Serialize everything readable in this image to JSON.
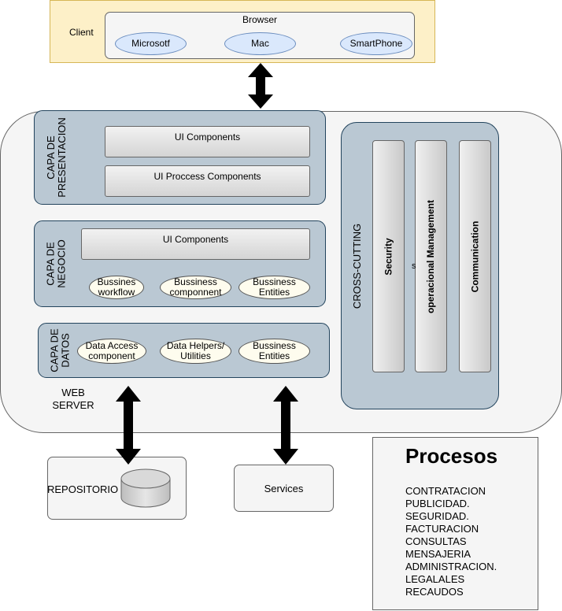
{
  "client": {
    "label": "Client",
    "browser_title": "Browser",
    "devices": [
      "Microsotf",
      "Mac",
      "SmartPhone"
    ]
  },
  "presentation_layer": {
    "label": "CAPA DE\nPRESENTACION",
    "components": [
      "UI Components",
      "UI Proccess  Components"
    ]
  },
  "business_layer": {
    "label": "CAPA DE\nNEGOCIO",
    "component": "UI Components",
    "items": [
      "Bussines\nworkflow",
      "Bussiness\ncomponnent",
      "Bussiness\nEntities"
    ]
  },
  "data_layer": {
    "label": "CAPA DE\nDATOS",
    "items": [
      "Data Access\ncomponent",
      "Data Helpers/\nUtilities",
      "Bussiness\nEntities"
    ]
  },
  "cross_cutting": {
    "label": "CROSS-CUTTING",
    "pillars": [
      "Security",
      "operacional Management",
      "Communication"
    ],
    "stray_mark": "s"
  },
  "web_server": {
    "label": "WEB\nSERVER"
  },
  "repository": {
    "label": "REPOSITORIO"
  },
  "services": {
    "label": "Services"
  },
  "procesos": {
    "title": "Procesos",
    "items": [
      "CONTRATACION",
      "PUBLICIDAD.",
      "SEGURIDAD.",
      "FACTURACION",
      "CONSULTAS",
      "MENSAJERIA",
      "ADMINISTRACION.",
      "LEGALALES",
      "RECAUDOS"
    ]
  },
  "colors": {
    "client_fill": "#fdf0c8",
    "layer_fill": "#bac8d3",
    "device_fill": "#dae8fc",
    "item_fill": "#fefcee",
    "container_fill": "#f5f5f5"
  }
}
